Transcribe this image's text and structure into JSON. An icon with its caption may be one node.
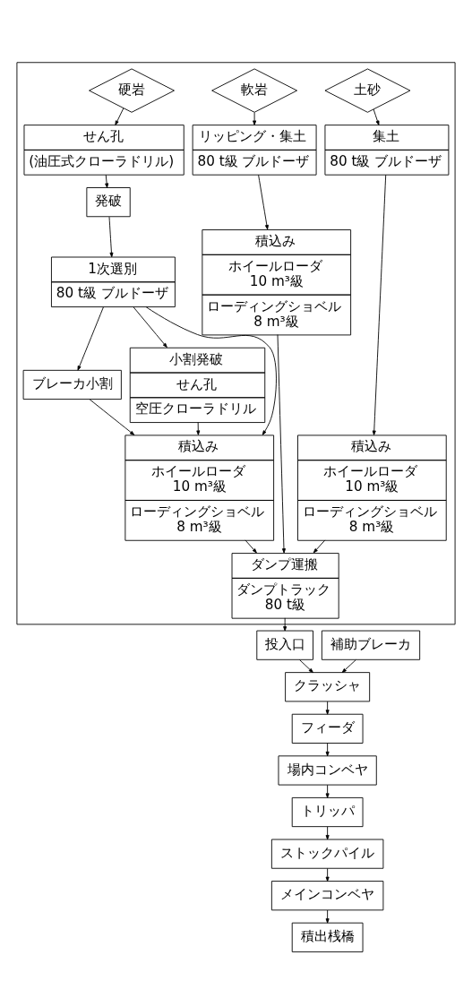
{
  "diagram": {
    "nodes": [
      {
        "text": [],
        "shape": "box"
      },
      {
        "text": [
          "硬岩"
        ],
        "in": 0
      },
      {
        "text": [
          "軟岩"
        ],
        "in": 0
      },
      {
        "text": [
          "土砂"
        ],
        "in": 0
      },
      {
        "text": [
          "せん孔",
          "(油圧式クローラドリル)"
        ],
        "in": 0
      },
      {
        "text": [
          "発破"
        ],
        "in": 0
      },
      {
        "text": [
          "1次選別",
          "80 t級 ブルドーザ"
        ],
        "in": 0
      },
      {
        "text": [
          "ブレーカ小割"
        ],
        "in": 0
      },
      {
        "text": [
          "小割発破",
          "せん孔",
          "空圧クローラドリル"
        ],
        "in": 0
      },
      {
        "text": [
          "リッピング・集土",
          "80 t級 ブルドーザ"
        ],
        "in": 0
      },
      {
        "text": [
          "集土",
          "80 t級 ブルドーザ"
        ],
        "in": 0
      },
      {
        "text": [
          "積込み",
          "ホイールローダ 10 m³級",
          "ローディングショベル 8 m³級"
        ],
        "in": 0
      },
      {
        "text": [
          "積込み",
          "ホイールローダ 10 m³級",
          "ローディングショベル 8 m³級"
        ],
        "in": 0
      },
      {
        "text": [
          "積込み",
          "ホイールローダ 10 m³級",
          "ローディングショベル 8 m³級"
        ],
        "in": 0
      },
      {
        "text": [
          "ダンプ運搬",
          "ダンプトラック 80 t級"
        ],
        "in": 0
      },
      {
        "text": [
          "投入口"
        ]
      },
      {
        "text": [
          "補助ブレーカ"
        ]
      },
      {
        "text": [
          "クラッシャ"
        ]
      },
      {
        "text": [
          "フィーダ"
        ]
      },
      {
        "text": [
          "場内コンベヤ"
        ]
      },
      {
        "text": [
          "トリッパ"
        ]
      },
      {
        "text": [
          "ストックパイル"
        ]
      },
      {
        "text": [
          "メインコンベヤ"
        ]
      },
      {
        "text": [
          "積出桟橋"
        ]
      }
    ],
    "edges": [
      {
        "from": 1,
        "to": 4,
        "arrow": "to"
      },
      {
        "from": 4,
        "to": 5,
        "arrow": "to"
      },
      {
        "from": 5,
        "to": 6,
        "arrow": "to"
      },
      {
        "from": 6,
        "to": 7,
        "arrow": "to"
      },
      {
        "from": 6,
        "to": 8,
        "arrow": "to"
      },
      {
        "from": 6,
        "to": 11,
        "arrow": "to"
      },
      {
        "from": 7,
        "to": 11,
        "arrow": "to"
      },
      {
        "from": 8,
        "to": 11,
        "arrow": "to"
      },
      {
        "from": 2,
        "to": 9,
        "arrow": "to"
      },
      {
        "from": 3,
        "to": 10,
        "arrow": "to"
      },
      {
        "from": 9,
        "to": 12,
        "arrow": "to"
      },
      {
        "from": 10,
        "to": 13,
        "arrow": "to"
      },
      {
        "from": 11,
        "to": 14,
        "arrow": "to"
      },
      {
        "from": 12,
        "to": 14,
        "arrow": "to"
      },
      {
        "from": 13,
        "to": 14,
        "arrow": "to"
      },
      {
        "from": 14,
        "to": 15,
        "arrow": "to"
      },
      {
        "from": 15,
        "to": 17,
        "arrow": "to"
      },
      {
        "from": 16,
        "to": 17,
        "arrow": "to"
      },
      {
        "from": 17,
        "to": 18,
        "arrow": "to"
      },
      {
        "from": 18,
        "to": 19,
        "arrow": "to"
      },
      {
        "from": 19,
        "to": 20,
        "arrow": "to"
      },
      {
        "from": 20,
        "to": 21,
        "arrow": "to"
      },
      {
        "from": 21,
        "to": 22,
        "arrow": "to"
      },
      {
        "from": 22,
        "to": 23,
        "arrow": "to"
      }
    ]
  }
}
